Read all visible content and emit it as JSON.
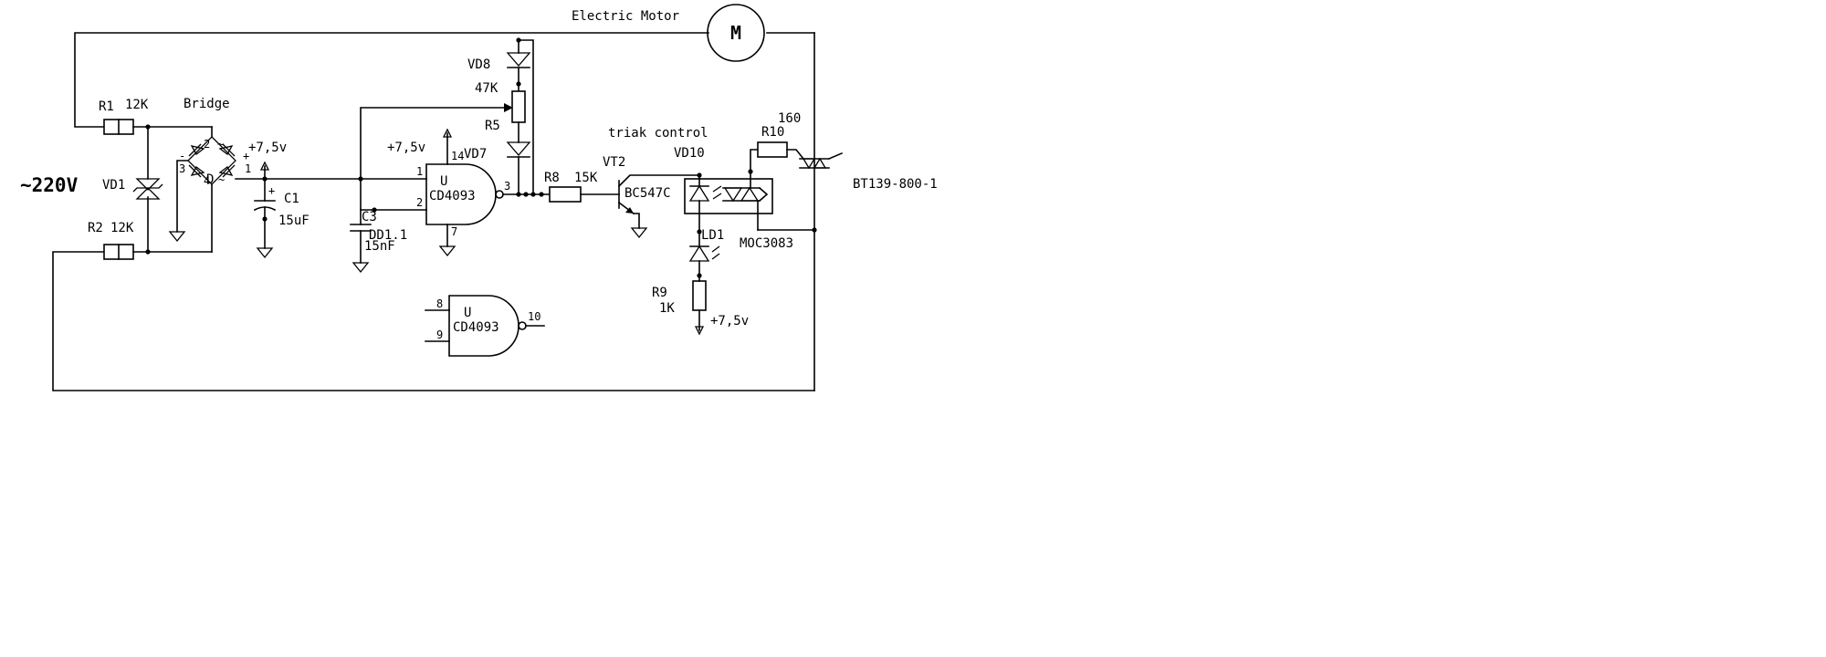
{
  "labels": {
    "motor_title": "Electric Motor",
    "motor_symbol": "M",
    "mains": "~220V",
    "r1": "R1",
    "r1_value": "12K",
    "r2": "R2",
    "r2_value": "12K",
    "vd1": "VD1",
    "bridge": "Bridge",
    "bridge_ref": "D",
    "bridge_pin1": "1",
    "bridge_pin2": "2",
    "bridge_pin3": "3",
    "bridge_pin4": "4",
    "bridge_ac_top": "~",
    "bridge_ac_bottom": "~",
    "bridge_minus": "-",
    "bridge_plus": "+",
    "supply_c1": "+7,5v",
    "c1": "C1",
    "c1_value": "15uF",
    "c1_plus": "+",
    "c3": "C3",
    "c3_value": "15nF",
    "vd8": "VD8",
    "r5_value": "47K",
    "r5": "R5",
    "vd7": "VD7",
    "supply_gate": "+7,5v",
    "gate1_pin14": "14",
    "gate1_pin1": "1",
    "gate1_pin2": "2",
    "gate1_pin3": "3",
    "gate1_pin7": "7",
    "gate1_u": "U",
    "gate1_type": "CD4093",
    "gate1_ref": "DD1.1",
    "gate2_pin8": "8",
    "gate2_pin9": "9",
    "gate2_pin10": "10",
    "gate2_u": "U",
    "gate2_type": "CD4093",
    "r8": "R8",
    "r8_value": "15K",
    "triac_control": "triak control",
    "vt2": "VT2",
    "vt2_type": "BC547C",
    "vd10": "VD10",
    "r10": "R10",
    "r10_value": "160",
    "moc": "MOC3083",
    "ld1": "LD1",
    "r9": "R9",
    "r9_value": "1K",
    "supply_led": "+7,5v",
    "triac": "BT139-800-1"
  }
}
